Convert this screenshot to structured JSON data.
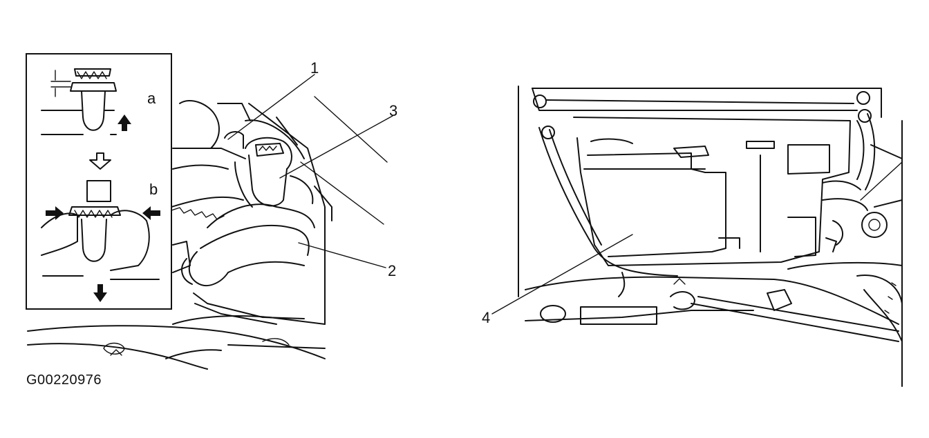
{
  "callouts": {
    "c1": "1",
    "c2": "2",
    "c3": "3",
    "c4": "4"
  },
  "inset": {
    "step_a": "a",
    "step_b": "b"
  },
  "figure_code": "G00220976"
}
